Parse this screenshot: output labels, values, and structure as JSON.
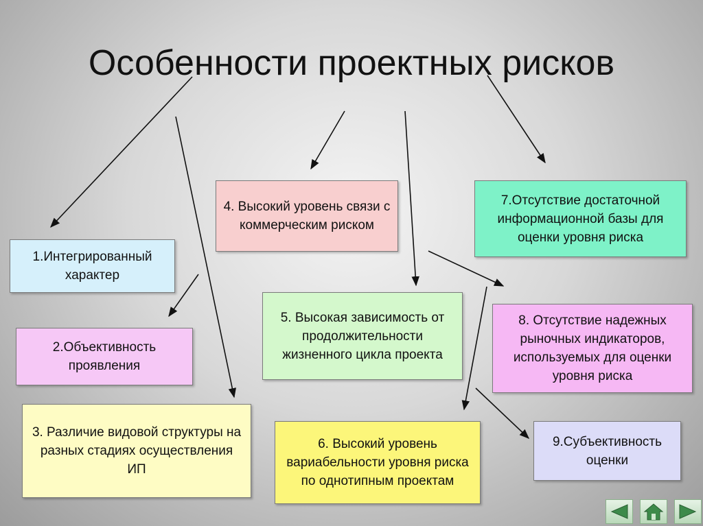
{
  "title": "Особенности проектных рисков",
  "boxes": {
    "b1": "1.Интегрированный характер",
    "b2": "2.Объективность проявления",
    "b3": "3. Различие видовой структуры на разных стадиях осуществления ИП",
    "b4": "4. Высокий уровень связи с коммерческим риском",
    "b5": "5. Высокая зависимость от продолжительности жизненного цикла проекта",
    "b6": "6. Высокий уровень вариабельности уровня риска по однотипным проектам",
    "b7": "7.Отсутствие достаточной информационной базы для оценки уровня риска",
    "b8": "8. Отсутствие надежных рыночных индикаторов, используемых для оценки уровня риска",
    "b9": "9.Субъективность оценки"
  },
  "colors": {
    "b1": "#d6f0fb",
    "b2": "#f6c8f6",
    "b3": "#fefcc4",
    "b4": "#f8cfcf",
    "b5": "#d4f8cc",
    "b6": "#fcf67a",
    "b7": "#7ef2c8",
    "b8": "#f6b8f4",
    "b9": "#dcdcf8"
  },
  "nav": {
    "prev_icon": "triangle-left-icon",
    "home_icon": "house-icon",
    "next_icon": "triangle-right-icon"
  }
}
